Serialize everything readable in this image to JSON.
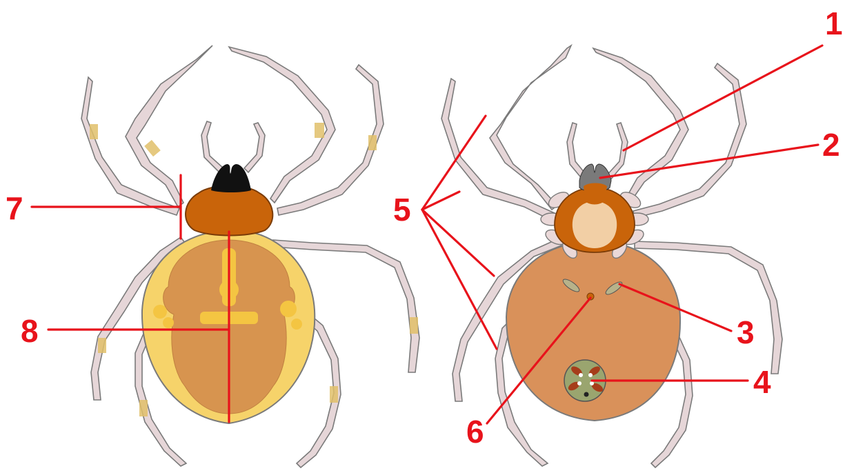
{
  "diagram": {
    "callouts": [
      {
        "id": "1",
        "label": "1"
      },
      {
        "id": "2",
        "label": "2"
      },
      {
        "id": "3",
        "label": "3"
      },
      {
        "id": "4",
        "label": "4"
      },
      {
        "id": "5",
        "label": "5"
      },
      {
        "id": "6",
        "label": "6"
      },
      {
        "id": "7",
        "label": "7"
      },
      {
        "id": "8",
        "label": "8"
      }
    ],
    "colors": {
      "callout": "#e8131b",
      "leg": "#e6d6d8",
      "leg_tint": "#e0bf6a",
      "cephalothorax": "#c9640a",
      "chelicerae": "#111111",
      "abdomen_dorsal": "#f6d36a",
      "abdomen_pattern": "#d7944f",
      "abdomen_ventral": "#d9915a",
      "sternum": "#f2cfa5",
      "spinnerets": "#9aa56f"
    }
  }
}
